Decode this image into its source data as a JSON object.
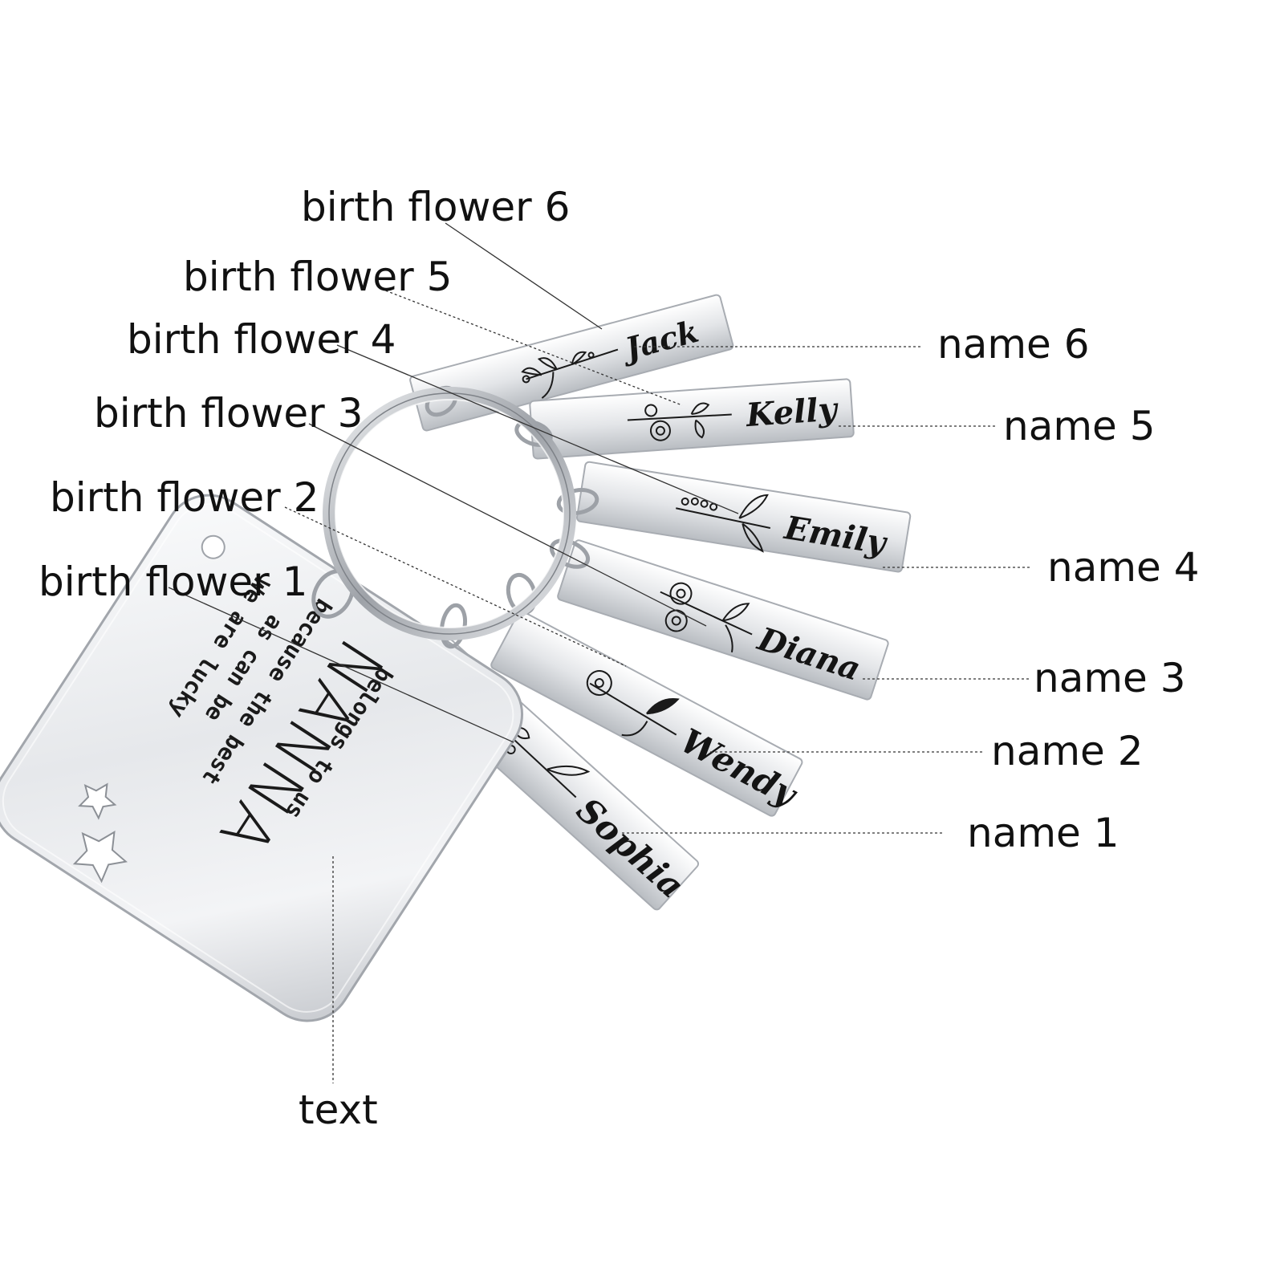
{
  "callouts": {
    "flower_6": "birth flower 6",
    "flower_5": "birth flower 5",
    "flower_4": "birth flower 4",
    "flower_3": "birth flower 3",
    "flower_2": "birth flower 2",
    "flower_1": "birth flower 1",
    "name_6": "name 6",
    "name_5": "name 5",
    "name_4": "name 4",
    "name_3": "name 3",
    "name_2": "name 2",
    "name_1": "name 1",
    "text": "text"
  },
  "main_tag": {
    "line_1": "We are lucky",
    "line_2": "as can be",
    "line_3": "because the best",
    "line_4": "NANNA",
    "line_5": "belongs to us"
  },
  "bar_names": {
    "name_1": "Sophia",
    "name_2": "Wendy",
    "name_3": "Diana",
    "name_4": "Emily",
    "name_5": "Kelly",
    "name_6": "Jack"
  },
  "colors": {
    "metal_light": "#f4f5f7",
    "metal_mid": "#d9dce0",
    "metal_dark": "#a7abb1",
    "engraving": "#1a1a1a"
  }
}
